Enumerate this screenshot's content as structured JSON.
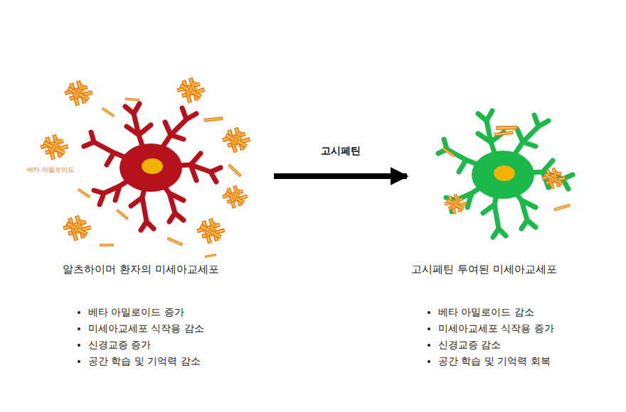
{
  "diagram": {
    "nodes": [
      {
        "text": [
          "알츠하이머 환자의 미세아교세포",
          "베타 아밀로이드 증가",
          "미세아교세포 식작용 감소",
          "신경교증 증가",
          "공간 학습 및 기억력 감소"
        ]
      },
      {
        "text": [
          "고시페틴 투여된 미세아교세포",
          "베타 아밀로이드 감소",
          "미세아교세포 식작용 증가",
          "신경교증 감소",
          "공간 학습 및 기억력 회복"
        ]
      }
    ],
    "edges": [
      {
        "from": 0,
        "to": 1,
        "label": "고시페틴",
        "arrow": "to"
      }
    ],
    "labels": [
      "베타 아밀로이드"
    ]
  }
}
